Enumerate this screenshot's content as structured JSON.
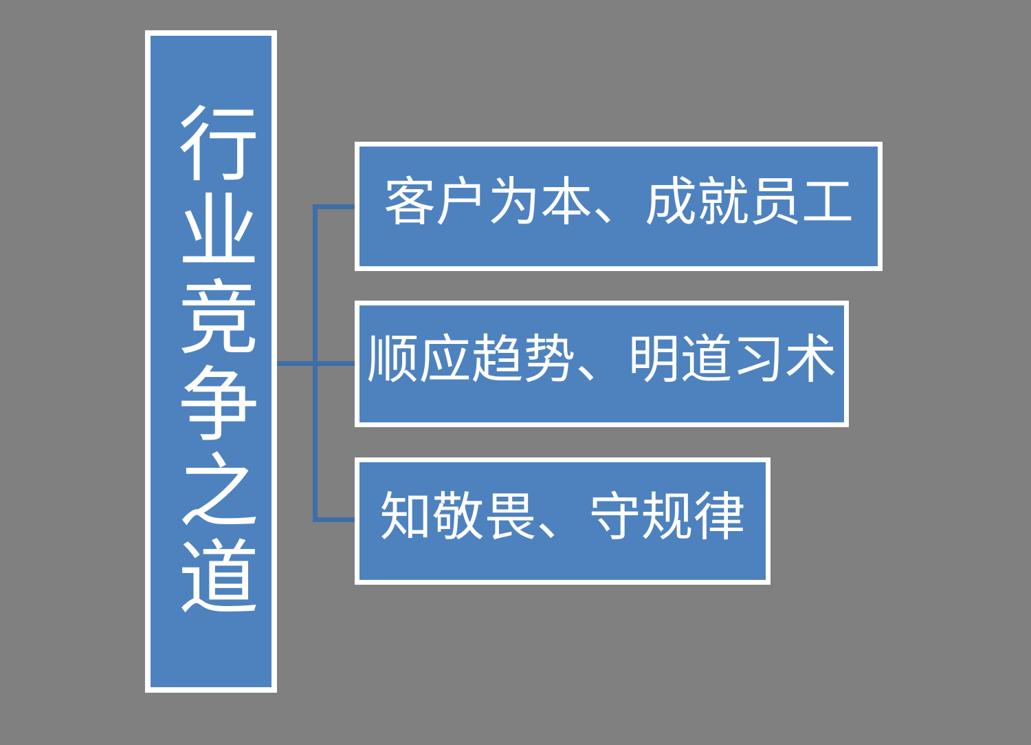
{
  "slide": {
    "background_color": "#808080",
    "accent_color": "#4E82BE",
    "connector_color": "#3D6EA8",
    "border_color": "#FFFFFF",
    "text_color": "#FFFFFF"
  },
  "title_box": {
    "text": "行业竞争之道",
    "orientation": "vertical"
  },
  "branches": [
    {
      "id": "branch-1",
      "text": "客户为本、成就员工"
    },
    {
      "id": "branch-2",
      "text": "顺应趋势、明道习术"
    },
    {
      "id": "branch-3",
      "text": "知敬畏、守规律"
    }
  ]
}
